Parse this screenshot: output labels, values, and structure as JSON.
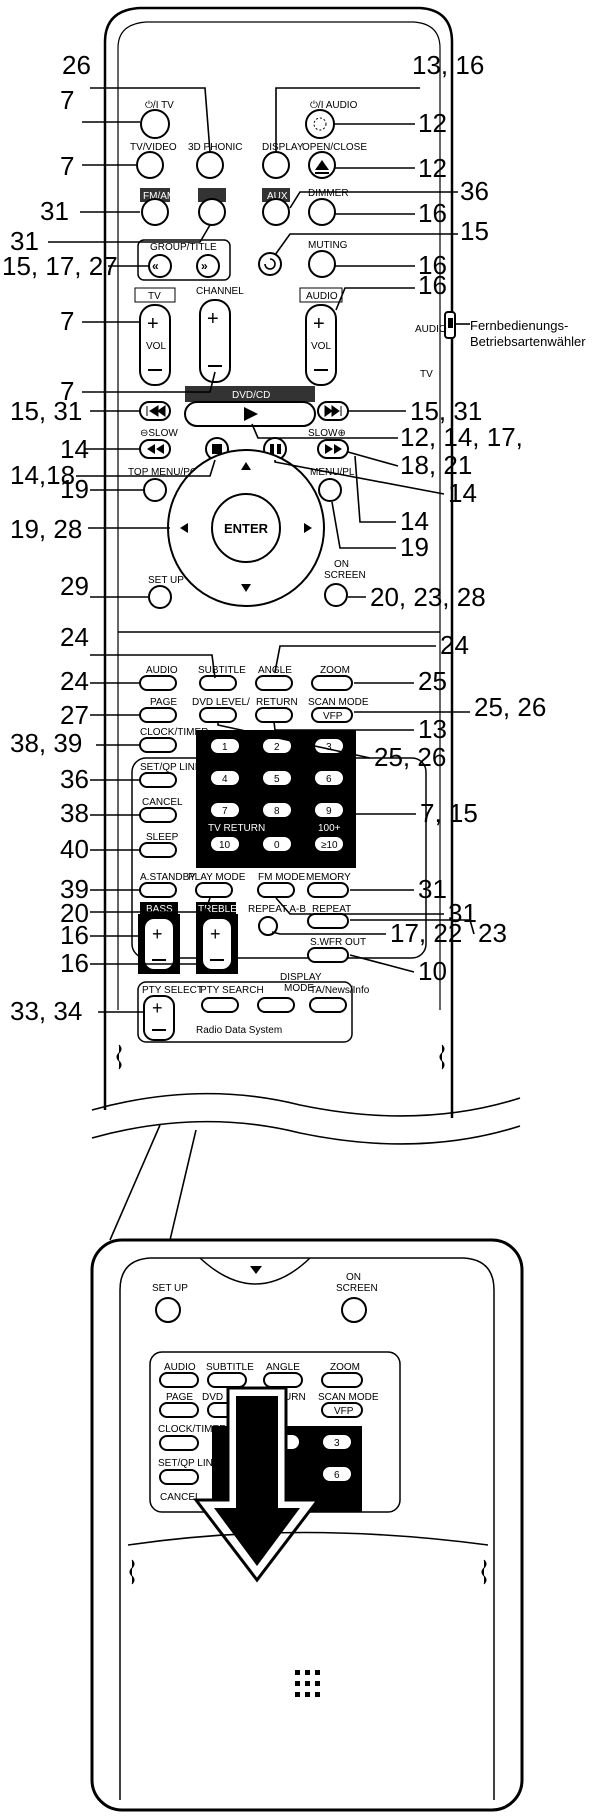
{
  "callouts": {
    "tv_power": "7",
    "tv_video": "7",
    "fm_am": "31",
    "blank_dark": "31",
    "group_title": "15, 17, 27",
    "tv_vol": "7",
    "channel": "7",
    "skip_back": "15, 31",
    "slow_back": "14",
    "stop": "14,18",
    "top_menu": "19",
    "cursor": "19, 28",
    "setup": "29",
    "audio_btn": "24",
    "page": "27",
    "clock_timer": "38, 39",
    "set_qp_link": "36",
    "cancel": "38",
    "sleep": "40",
    "a_standby": "39",
    "play_mode": "20",
    "bass": "16",
    "treble": "16",
    "pty_select": "33, 34",
    "three_d_phonic": "26",
    "display": "13, 16",
    "audio_power": "12",
    "open_close": "12",
    "aux": "36",
    "dimmer": "16",
    "recall": "15",
    "muting": "16",
    "audio_vol": "16",
    "skip_fwd": "15, 31",
    "dvd_cd_play": "12, 14, 17,",
    "slow_fwd": "18, 21",
    "pause": "14",
    "pause2": "14",
    "menu_pl": "19",
    "on_screen": "20, 23, 28",
    "subtitle": "24",
    "angle": "24",
    "zoom": "25",
    "scan_mode": "25, 26",
    "return": "13",
    "dvd_level": "25, 26",
    "numbers": "7, 15",
    "memory": "31",
    "fm_mode": "31",
    "repeat_ab": "17, 22",
    "repeat": "23",
    "swfr_out": "10"
  },
  "labels": {
    "tv_power": "⏻/I TV",
    "audio_power": "⏻/I AUDIO",
    "tv_video": "TV/VIDEO",
    "three_d_phonic": "3D PHONIC",
    "display": "DISPLAY",
    "open_close": "OPEN/CLOSE",
    "fm_am": "FM/AM",
    "aux": "AUX",
    "dimmer": "DIMMER",
    "muting": "MUTING",
    "group_title": "GROUP/TITLE",
    "tv": "TV",
    "channel": "CHANNEL",
    "audio_sw": "AUDIO",
    "vol": "VOL",
    "switch_audio": "AUDIO",
    "switch_tv": "TV",
    "switch_name_1": "Fernbedienungs-",
    "switch_name_2": "Betriebsartenwähler",
    "dvd_cd": "DVD/CD",
    "slow_minus": "⊖SLOW",
    "slow_plus": "SLOW⊕",
    "top_menu": "TOP MENU/PG",
    "menu_pl": "MENU/PL",
    "enter": "ENTER",
    "setup": "SET UP",
    "on_screen_1": "ON",
    "on_screen_2": "SCREEN",
    "audio": "AUDIO",
    "subtitle": "SUBTITLE",
    "angle": "ANGLE",
    "zoom": "ZOOM",
    "page": "PAGE",
    "dvd_level": "DVD LEVEL/",
    "return": "RETURN",
    "scan_mode": "SCAN MODE",
    "vfp": "VFP",
    "clock_timer": "CLOCK/TIMER",
    "set_qp_link": "SET/QP LINK",
    "cancel": "CANCEL",
    "sleep": "SLEEP",
    "tv_return": "TV RETURN",
    "hundred_plus": "100+",
    "a_standby": "A.STANDBY",
    "play_mode": "PLAY MODE",
    "fm_mode": "FM MODE",
    "memory": "MEMORY",
    "bass": "BASS",
    "treble": "TREBLE",
    "repeat_ab": "REPEAT A-B",
    "repeat": "REPEAT",
    "swfr_out": "S.WFR OUT",
    "display_mode_1": "DISPLAY",
    "display_mode_2": "MODE",
    "pty_select": "PTY SELECT",
    "pty_search": "PTY SEARCH",
    "ta_news_info": "TA/News/Info",
    "rds": "Radio Data System",
    "n1": "1",
    "n2": "2",
    "n3": "3",
    "n4": "4",
    "n5": "5",
    "n6": "6",
    "n7": "7",
    "n8": "8",
    "n9": "9",
    "n10": "10",
    "n0": "0",
    "n_ge10": "≥10"
  }
}
